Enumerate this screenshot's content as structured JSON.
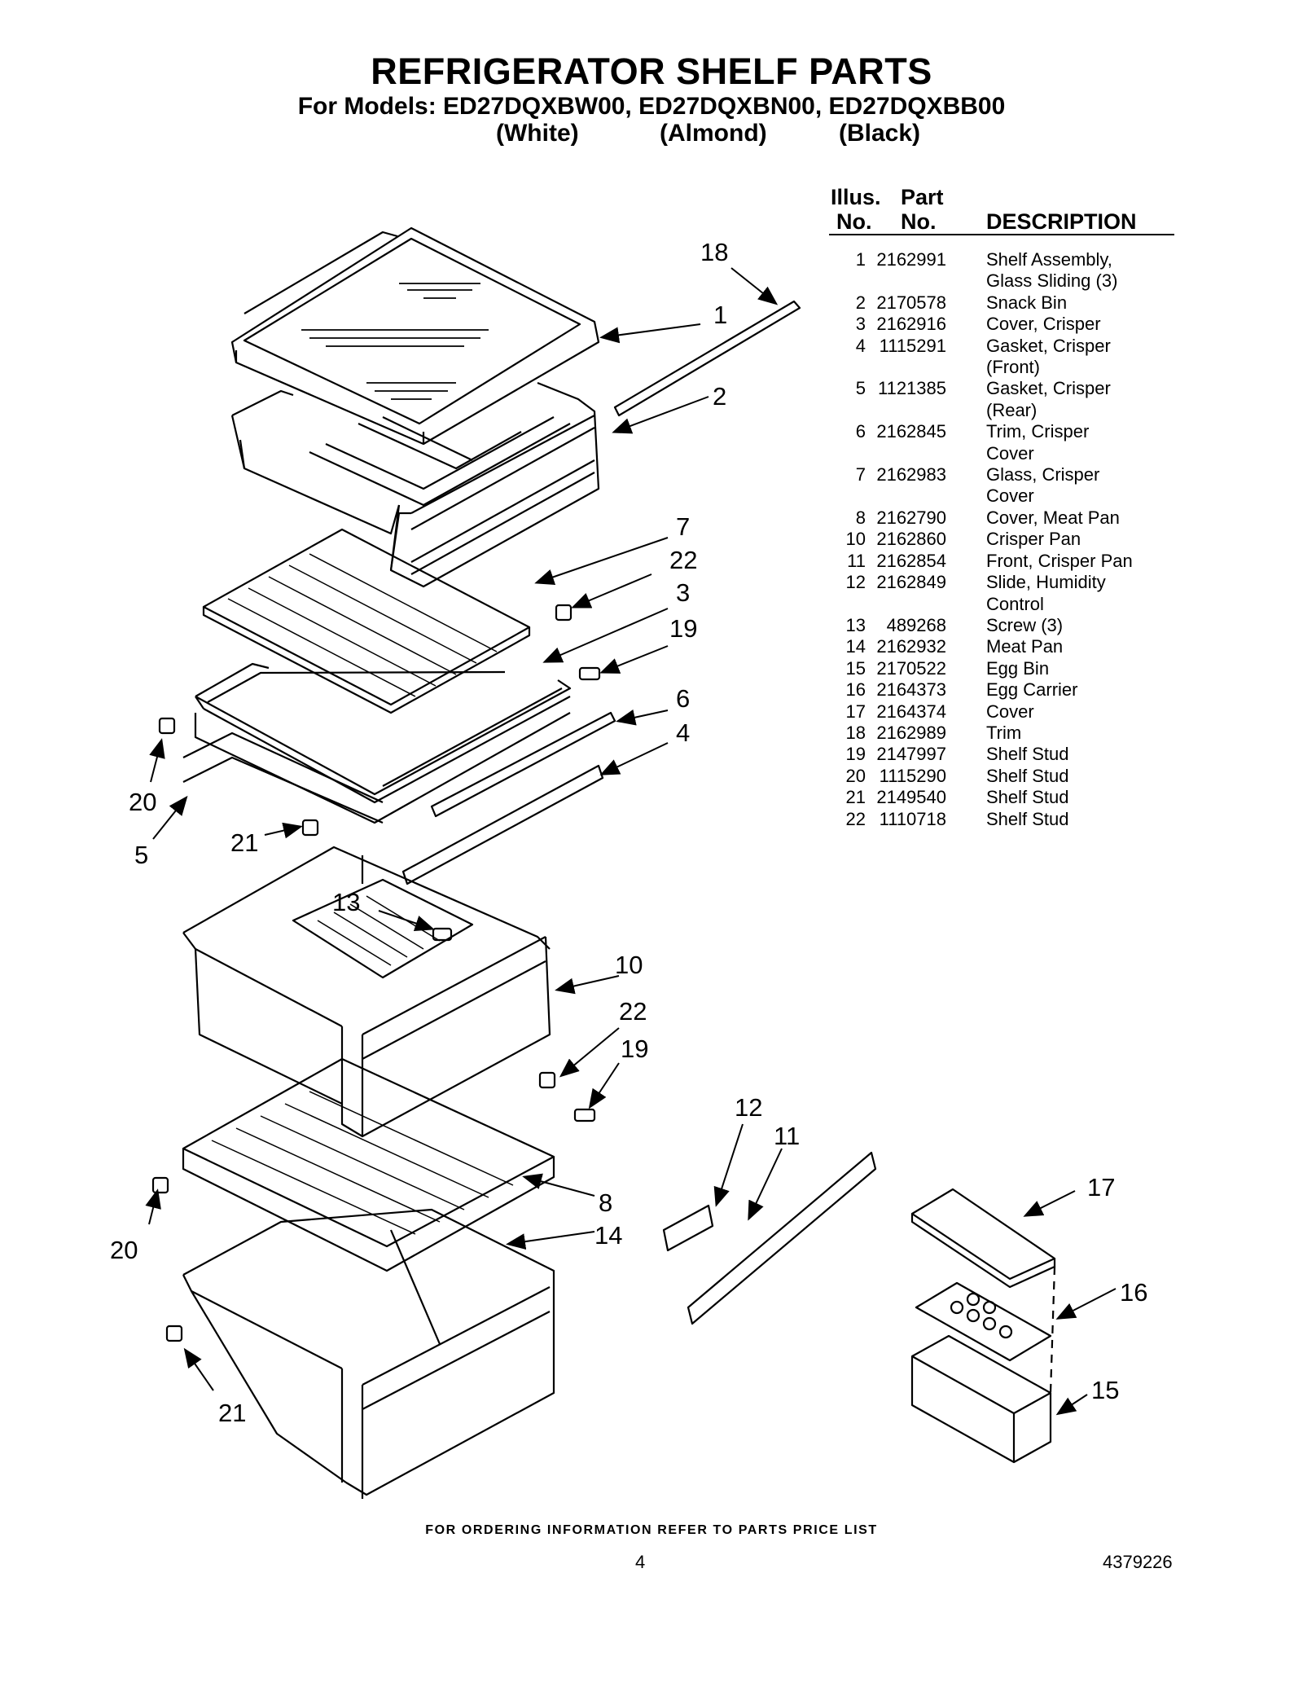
{
  "header": {
    "title": "REFRIGERATOR SHELF PARTS",
    "models": "For Models: ED27DQXBW00, ED27DQXBN00, ED27DQXBB00",
    "finishes": [
      "(White)",
      "(Almond)",
      "(Black)"
    ]
  },
  "table": {
    "headers": {
      "illus_line1": "Illus.",
      "illus_line2": "No.",
      "part_line1": "Part",
      "part_line2": "No.",
      "description": "DESCRIPTION"
    },
    "rows": [
      {
        "num": "1",
        "part": "2162991",
        "desc": "Shelf Assembly,\nGlass Sliding (3)"
      },
      {
        "num": "2",
        "part": "2170578",
        "desc": "Snack Bin"
      },
      {
        "num": "3",
        "part": "2162916",
        "desc": "Cover, Crisper"
      },
      {
        "num": "4",
        "part": "1115291",
        "desc": "Gasket, Crisper\n(Front)"
      },
      {
        "num": "5",
        "part": "1121385",
        "desc": "Gasket, Crisper\n(Rear)"
      },
      {
        "num": "6",
        "part": "2162845",
        "desc": "Trim, Crisper\nCover"
      },
      {
        "num": "7",
        "part": "2162983",
        "desc": "Glass, Crisper\nCover"
      },
      {
        "num": "8",
        "part": "2162790",
        "desc": "Cover, Meat Pan"
      },
      {
        "num": "10",
        "part": "2162860",
        "desc": "Crisper Pan"
      },
      {
        "num": "11",
        "part": "2162854",
        "desc": "Front, Crisper Pan"
      },
      {
        "num": "12",
        "part": "2162849",
        "desc": "Slide, Humidity\nControl"
      },
      {
        "num": "13",
        "part": "489268",
        "desc": "Screw (3)"
      },
      {
        "num": "14",
        "part": "2162932",
        "desc": "Meat Pan"
      },
      {
        "num": "15",
        "part": "2170522",
        "desc": "Egg Bin"
      },
      {
        "num": "16",
        "part": "2164373",
        "desc": "Egg Carrier"
      },
      {
        "num": "17",
        "part": "2164374",
        "desc": "Cover"
      },
      {
        "num": "18",
        "part": "2162989",
        "desc": "Trim"
      },
      {
        "num": "19",
        "part": "2147997",
        "desc": "Shelf Stud"
      },
      {
        "num": "20",
        "part": "1115290",
        "desc": "Shelf Stud"
      },
      {
        "num": "21",
        "part": "2149540",
        "desc": "Shelf Stud"
      },
      {
        "num": "22",
        "part": "1110718",
        "desc": "Shelf Stud"
      }
    ]
  },
  "callouts": {
    "c18": "18",
    "c1": "1",
    "c2": "2",
    "c7": "7",
    "c22a": "22",
    "c3": "3",
    "c19a": "19",
    "c6": "6",
    "c4": "4",
    "c20a": "20",
    "c5": "5",
    "c21a": "21",
    "c13": "13",
    "c10": "10",
    "c22b": "22",
    "c19b": "19",
    "c12": "12",
    "c11": "11",
    "c8": "8",
    "c14": "14",
    "c20b": "20",
    "c21b": "21",
    "c17": "17",
    "c16": "16",
    "c15": "15"
  },
  "footer": {
    "note": "FOR ORDERING INFORMATION REFER TO PARTS PRICE LIST",
    "page_number": "4",
    "doc_number": "4379226"
  }
}
